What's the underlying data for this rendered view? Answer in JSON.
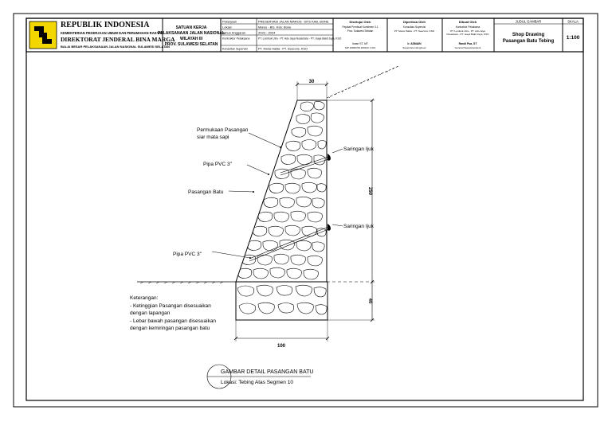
{
  "title_block": {
    "logo_label": "PU",
    "org_title": "REPUBLIK INDONESIA",
    "org_line1": "KEMENTERIAN PEKERJAAN UMUM DAN PERUMAHAN RAKYAT",
    "org_line2": "DIREKTORAT JENDERAL BINA MARGA",
    "org_line3": "BALAI BESAR PELAKSANAAN JALAN NASIONAL SULAWESI SELATAN",
    "unit_line1": "SATUAN KERJA",
    "unit_line2": "PELAKSANAAN JALAN NASIONAL",
    "unit_line3": "WILAYAH III",
    "unit_line4": "PROV. SULAWESI SELATAN",
    "info_rows": [
      {
        "label": "Pekerjaan",
        "value": "PRESERVASI JALAN MAROS - BTS KAB. BONE"
      },
      {
        "label": "Lokasi",
        "value": "Maros - Bts. Kab. Bone"
      },
      {
        "label": "Tahun Anggaran",
        "value": "2023 - 2024"
      },
      {
        "label": "Kontraktor Pelaksana",
        "value": "PT. Lombok Utra - PT. Ado Jaya Nusantara - PT. Gaya Bakti Jaya, KSO"
      },
      {
        "label": "Konsultan Supervisi",
        "value": "PT. Mona Halda - PT. Seecons, KSO"
      }
    ],
    "approval_col1": {
      "head": "Disetujui Oleh",
      "line1": "Pejabat Pembuat Komitmen 3.1",
      "line2": "Prov. Sulawesi Selatan",
      "name": "Irwan ST, MT",
      "nip": "NIP 19830706 200912 1 001"
    },
    "approval_col2": {
      "head": "Diperiksa Oleh",
      "line1": "Konsultan Supervisi",
      "line2": "PT. Mona Halda - PT. Seecons, KSO",
      "name": "Ir. ASMAIN",
      "role": "Supervision Engineer"
    },
    "approval_col3": {
      "head": "Dibuat Oleh",
      "line1": "Kontraktor Pelaksana",
      "line2": "PT. Lombok Utra - PT. Ado Jaya",
      "line3": "Nusantara - PT. Gaya Bakti Jaya, KSO",
      "name": "Randi Pua, ST",
      "role": "General Superintendent"
    },
    "drawing_title_head": "JUDUL GAMBAR",
    "drawing_title_line1": "Shop Drawing",
    "drawing_title_line2": "Pasangan Batu Tebing",
    "scale_head": "SKALA",
    "scale_value": "1:100"
  },
  "drawing": {
    "dim_top": "30",
    "dim_height": "250",
    "dim_foundation": "40",
    "dim_bottom": "100",
    "label_surface_line1": "Permukaan Pasangan",
    "label_surface_line2": "siar mata sapi",
    "label_pipe_upper": "Pipa PVC 3\"",
    "label_masonry": "Pasangan Batu",
    "label_pipe_lower": "Pipa PVC 3\"",
    "label_filter_upper": "Saringan Ijuk",
    "label_filter_lower": "Saringan Ijuk",
    "notes_head": "Keterangan:",
    "notes": [
      "- Ketinggian Pasangan disesuaikan",
      "dengan lapangan",
      "- Lebar bawah pasangan disesuaikan",
      "dengan kemiringan pasangan batu"
    ],
    "caption_title": "GAMBAR DETAIL PASANGAN BATU",
    "caption_location": "Lokasi: Tebing Atas Segmen 10"
  },
  "colors": {
    "logo_yellow": "#f2d600",
    "ink": "#000000",
    "paper": "#ffffff"
  }
}
